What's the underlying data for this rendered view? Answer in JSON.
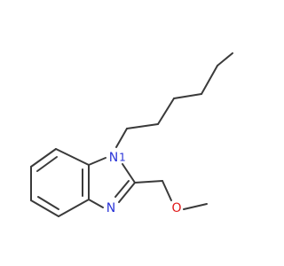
{
  "molecule": {
    "atoms": {
      "n1": {
        "symbol": "N",
        "number": "1",
        "color": "#2a34d8"
      },
      "n3": {
        "symbol": "N",
        "color": "#2a34d8"
      },
      "o": {
        "symbol": "O",
        "color": "#e01818"
      }
    },
    "bond_color": "#3a3a3a"
  }
}
